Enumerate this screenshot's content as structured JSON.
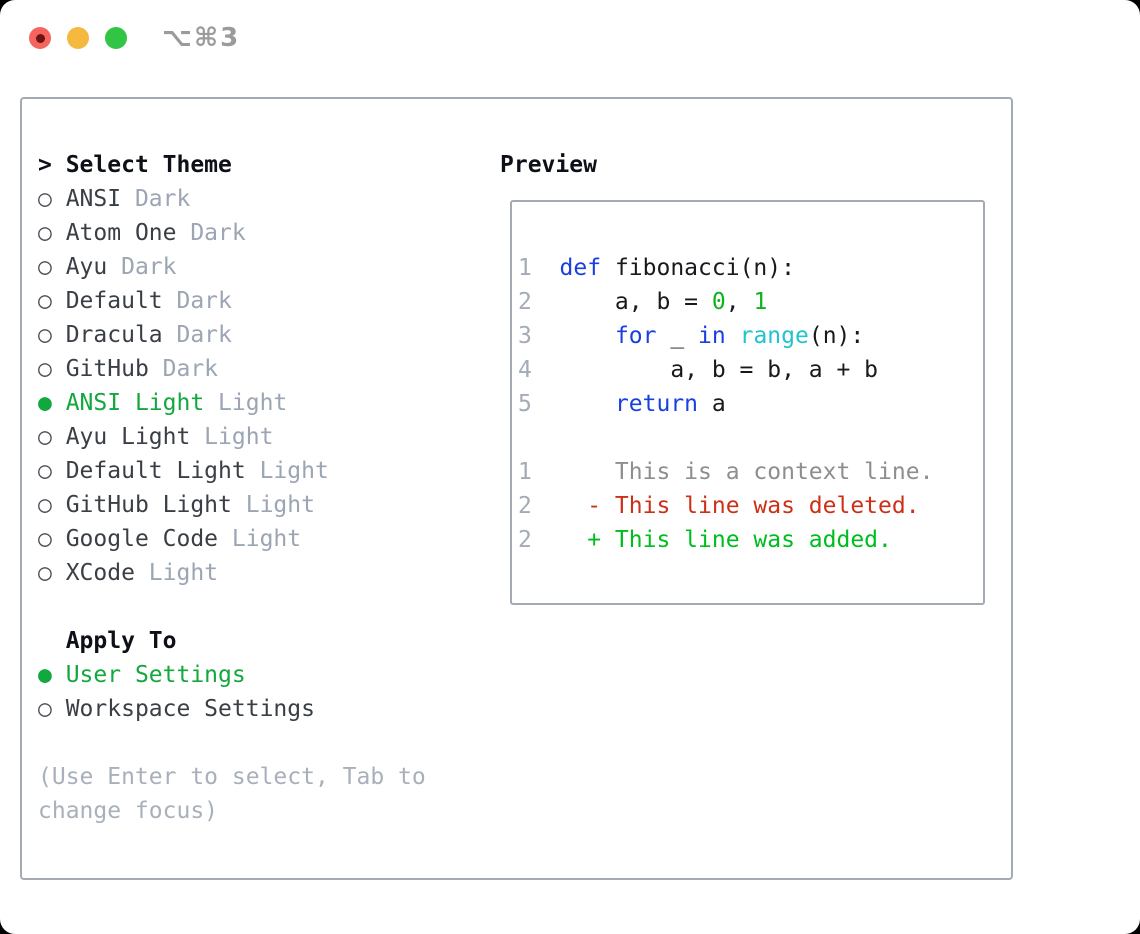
{
  "window": {
    "title": "⌥⌘3"
  },
  "colors": {
    "accent_green": "#12a83e",
    "window_bg": "#ffffff",
    "panel_border": "#a3aab4",
    "header_text": "#0d1117",
    "item_text": "#3a3f46",
    "tag_text": "#9ba5b3",
    "muted_text": "#a8b0bb",
    "line_number": "#a4abb8",
    "code_text": "#17191d",
    "keyword_blue": "#1a3fe0",
    "builtin_cyan": "#21c4ce",
    "number_green": "#0cb31e",
    "diff_context": "#8e8e8e",
    "diff_deleted": "#cc3118",
    "diff_added": "#00bd1f",
    "traffic_red": "#f5655e",
    "traffic_yellow": "#f6b93f",
    "traffic_green": "#31c546"
  },
  "markers": {
    "prompt": "> ",
    "selected": "● ",
    "unselected": "○ ",
    "indent": "  "
  },
  "theme_panel": {
    "header": "Select Theme",
    "themes": [
      {
        "name": "ANSI",
        "tag": "Dark",
        "selected": false
      },
      {
        "name": "Atom One",
        "tag": "Dark",
        "selected": false
      },
      {
        "name": "Ayu",
        "tag": "Dark",
        "selected": false
      },
      {
        "name": "Default",
        "tag": "Dark",
        "selected": false
      },
      {
        "name": "Dracula",
        "tag": "Dark",
        "selected": false
      },
      {
        "name": "GitHub",
        "tag": "Dark",
        "selected": false
      },
      {
        "name": "ANSI Light",
        "tag": "Light",
        "selected": true
      },
      {
        "name": "Ayu Light",
        "tag": "Light",
        "selected": false
      },
      {
        "name": "Default Light",
        "tag": "Light",
        "selected": false
      },
      {
        "name": "GitHub Light",
        "tag": "Light",
        "selected": false
      },
      {
        "name": "Google Code",
        "tag": "Light",
        "selected": false
      },
      {
        "name": "XCode",
        "tag": "Light",
        "selected": false
      }
    ],
    "apply_to": {
      "header": "Apply To",
      "options": [
        {
          "name": "User Settings",
          "selected": true
        },
        {
          "name": "Workspace Settings",
          "selected": false
        }
      ]
    },
    "help_lines": [
      "(Use Enter to select, Tab to",
      "change focus)"
    ]
  },
  "preview": {
    "header": "Preview",
    "lines": [
      {
        "segs": [
          {
            "t": "1  ",
            "c": "ln"
          },
          {
            "t": "def",
            "c": "kw"
          },
          {
            "t": " fibonacci(n):",
            "c": "pl"
          }
        ]
      },
      {
        "segs": [
          {
            "t": "2  ",
            "c": "ln"
          },
          {
            "t": "    a, b = ",
            "c": "pl"
          },
          {
            "t": "0",
            "c": "nm"
          },
          {
            "t": ", ",
            "c": "pl"
          },
          {
            "t": "1",
            "c": "nm"
          }
        ]
      },
      {
        "segs": [
          {
            "t": "3  ",
            "c": "ln"
          },
          {
            "t": "    ",
            "c": "pl"
          },
          {
            "t": "for",
            "c": "kw"
          },
          {
            "t": " _ ",
            "c": "pl"
          },
          {
            "t": "in",
            "c": "kw"
          },
          {
            "t": " ",
            "c": "pl"
          },
          {
            "t": "range",
            "c": "bi"
          },
          {
            "t": "(n):",
            "c": "pl"
          }
        ]
      },
      {
        "segs": [
          {
            "t": "4  ",
            "c": "ln"
          },
          {
            "t": "        a, b = b, a + b",
            "c": "pl"
          }
        ]
      },
      {
        "segs": [
          {
            "t": "5  ",
            "c": "ln"
          },
          {
            "t": "    ",
            "c": "pl"
          },
          {
            "t": "return",
            "c": "kw"
          },
          {
            "t": " a",
            "c": "pl"
          }
        ]
      },
      {
        "segs": []
      },
      {
        "segs": [
          {
            "t": "1  ",
            "c": "ln"
          },
          {
            "t": "    This is a context line.",
            "c": "ctx"
          }
        ]
      },
      {
        "segs": [
          {
            "t": "2  ",
            "c": "ln"
          },
          {
            "t": "  - This line was deleted.",
            "c": "del"
          }
        ]
      },
      {
        "segs": [
          {
            "t": "2  ",
            "c": "ln"
          },
          {
            "t": "  + This line was added.",
            "c": "add"
          }
        ]
      }
    ]
  }
}
